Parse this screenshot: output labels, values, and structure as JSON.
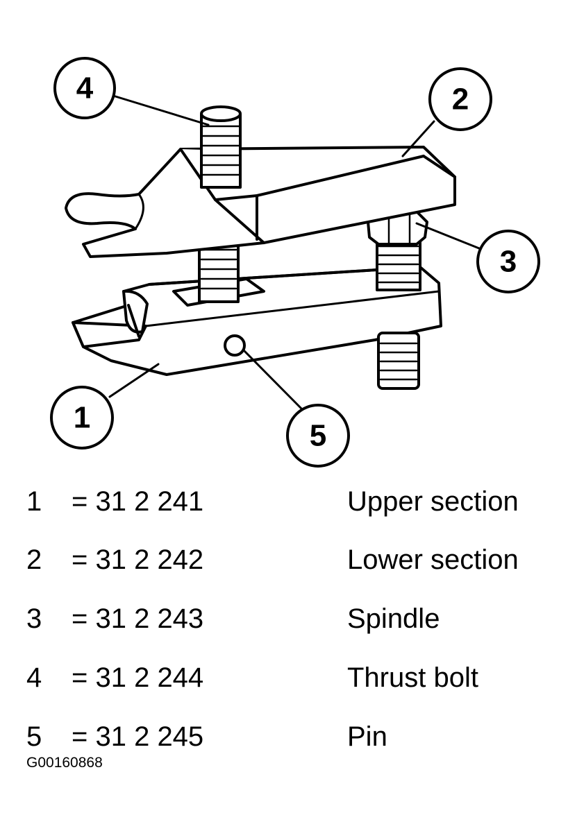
{
  "callouts": [
    "4",
    "2",
    "3",
    "1",
    "5"
  ],
  "legend": [
    {
      "number": "1",
      "code": "= 31 2 241",
      "description": "Upper section"
    },
    {
      "number": "2",
      "code": "= 31 2 242",
      "description": "Lower section"
    },
    {
      "number": "3",
      "code": "= 31 2 243",
      "description": "Spindle"
    },
    {
      "number": "4",
      "code": "= 31 2 244",
      "description": "Thrust bolt"
    },
    {
      "number": "5",
      "code": "= 31 2 245",
      "description": "Pin"
    }
  ],
  "figure_id": "G00160868"
}
